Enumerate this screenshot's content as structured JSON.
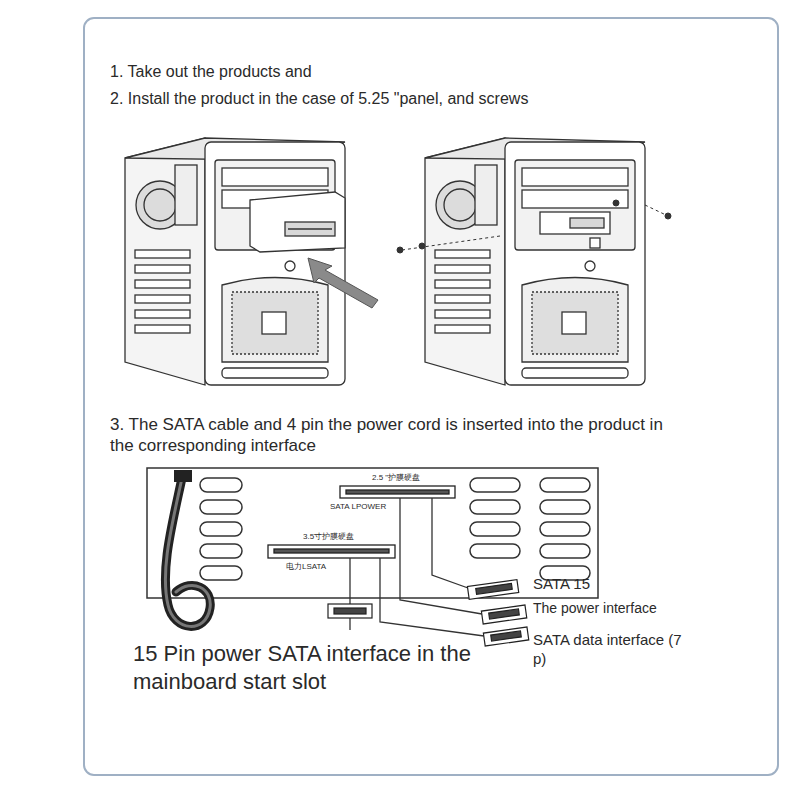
{
  "diagram": {
    "labels": [
      "1. Take out the products and",
      "2. Install the product in the case of 5.25 \"panel, and screws",
      "3. The SATA cable and 4 pin the power cord is inserted into the product in the corresponding interface",
      "2.5 \"护膜硬盘",
      "SATA LPOWER",
      "3.5寸护膜硬盘",
      "电力LSATA",
      "SATA 15",
      "The power interface",
      "SATA data interface (7 p)",
      "15 Pin power SATA interface in the mainboard start slot"
    ]
  }
}
